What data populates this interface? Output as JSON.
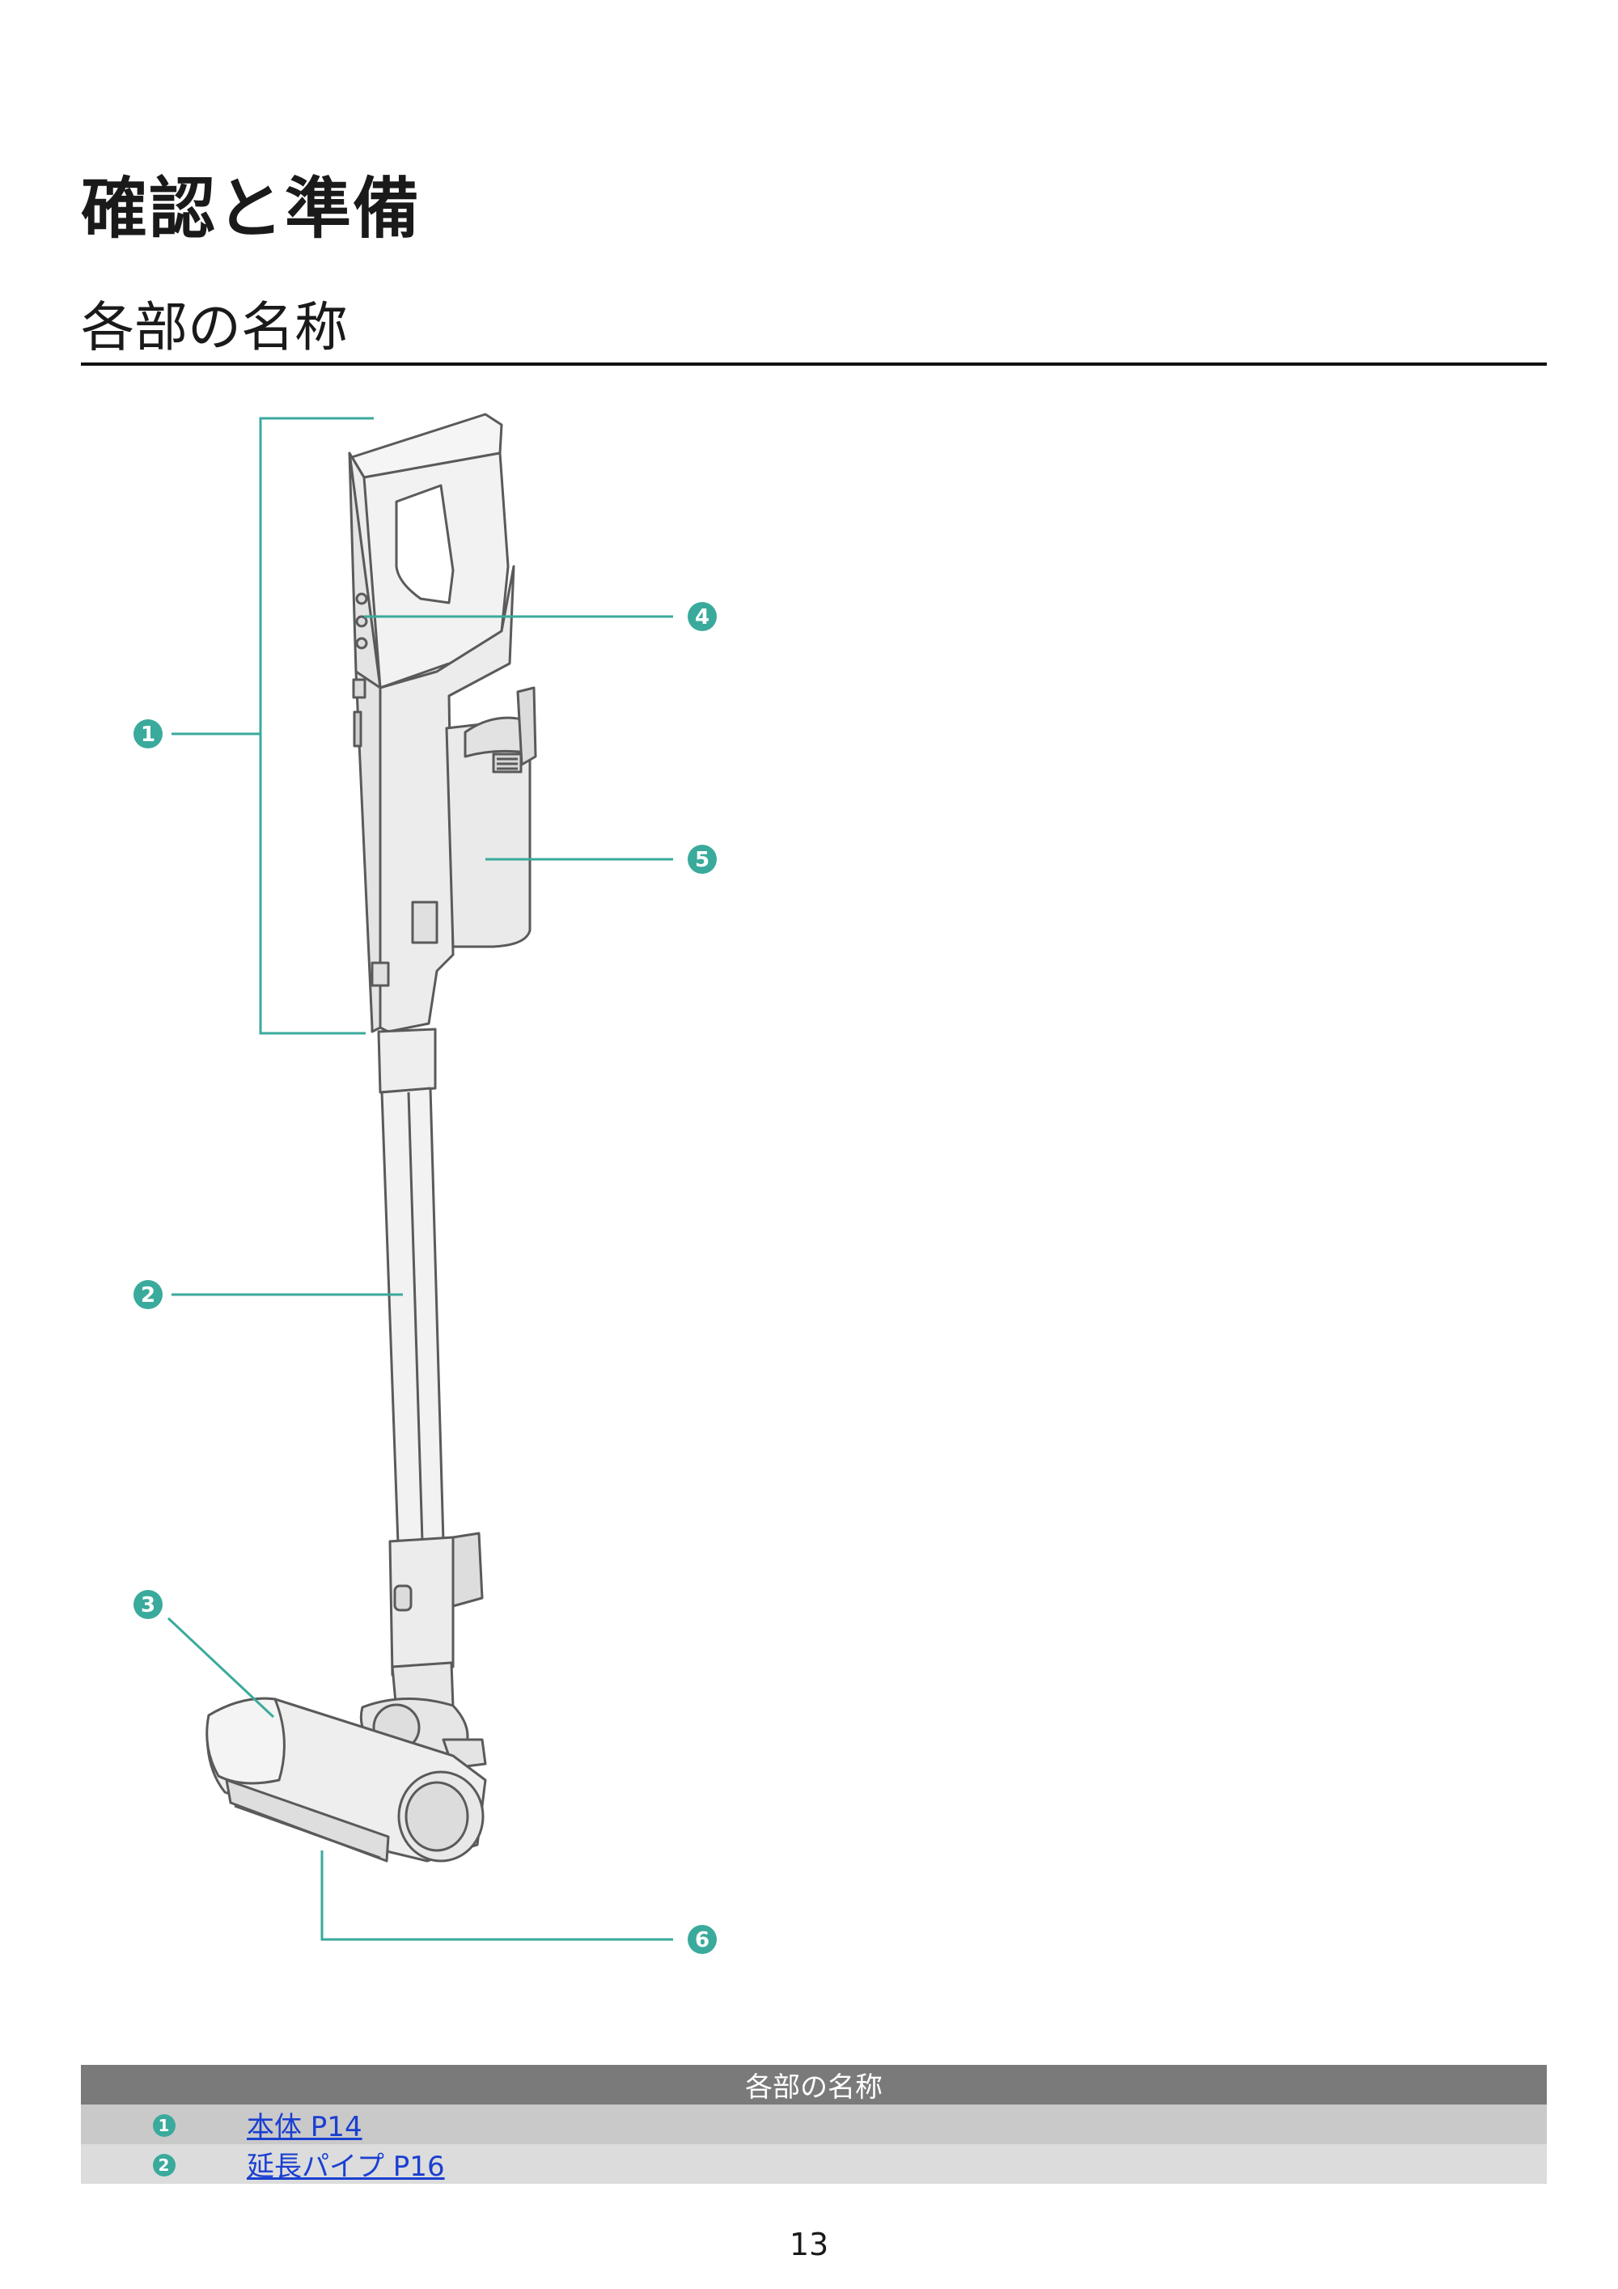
{
  "header": {
    "title": "確認と準備",
    "section_title": "各部の名称"
  },
  "callouts": [
    "1",
    "2",
    "3",
    "4",
    "5",
    "6"
  ],
  "colors": {
    "accent": "#3aaa9c",
    "table_header": "#7a7a7a",
    "link": "#1a3fd0"
  },
  "table": {
    "header": "各部の名称",
    "rows": [
      {
        "num": "1",
        "link": "本体 P14"
      },
      {
        "num": "2",
        "link": "延長パイプ P16"
      }
    ]
  },
  "footer": {
    "page_number": "13"
  }
}
